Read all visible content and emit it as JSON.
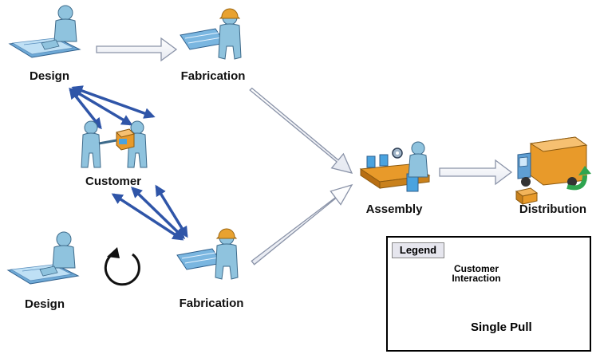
{
  "nodes": {
    "design_top": "Design",
    "fabrication_top": "Fabrication",
    "customer": "Customer",
    "assembly": "Assembly",
    "distribution": "Distribution",
    "design_bottom": "Design",
    "fabrication_bottom": "Fabrication"
  },
  "legend": {
    "title": "Legend",
    "customer_interaction_line1": "Customer",
    "customer_interaction_line2": "Interaction",
    "single_pull": "Single Pull"
  },
  "colors": {
    "interaction_arrow": "#2f55a8",
    "flow_arrow_outline": "#8a93a8",
    "person_skin": "#8fc3de",
    "hardhat": "#e8a230",
    "truck_box": "#e89a2a",
    "pull_arrow": "#2ea44f"
  },
  "icons": {
    "design_top": "designer-at-desk-icon",
    "fabrication_top": "worker-with-blueprint-icon",
    "customer": "customer-handoff-icon",
    "assembly": "assembly-conveyor-icon",
    "distribution": "delivery-truck-icon",
    "design_bottom": "designer-at-desk-icon",
    "fabrication_bottom": "worker-with-blueprint-icon",
    "single_pull": "circular-arrow-icon"
  }
}
